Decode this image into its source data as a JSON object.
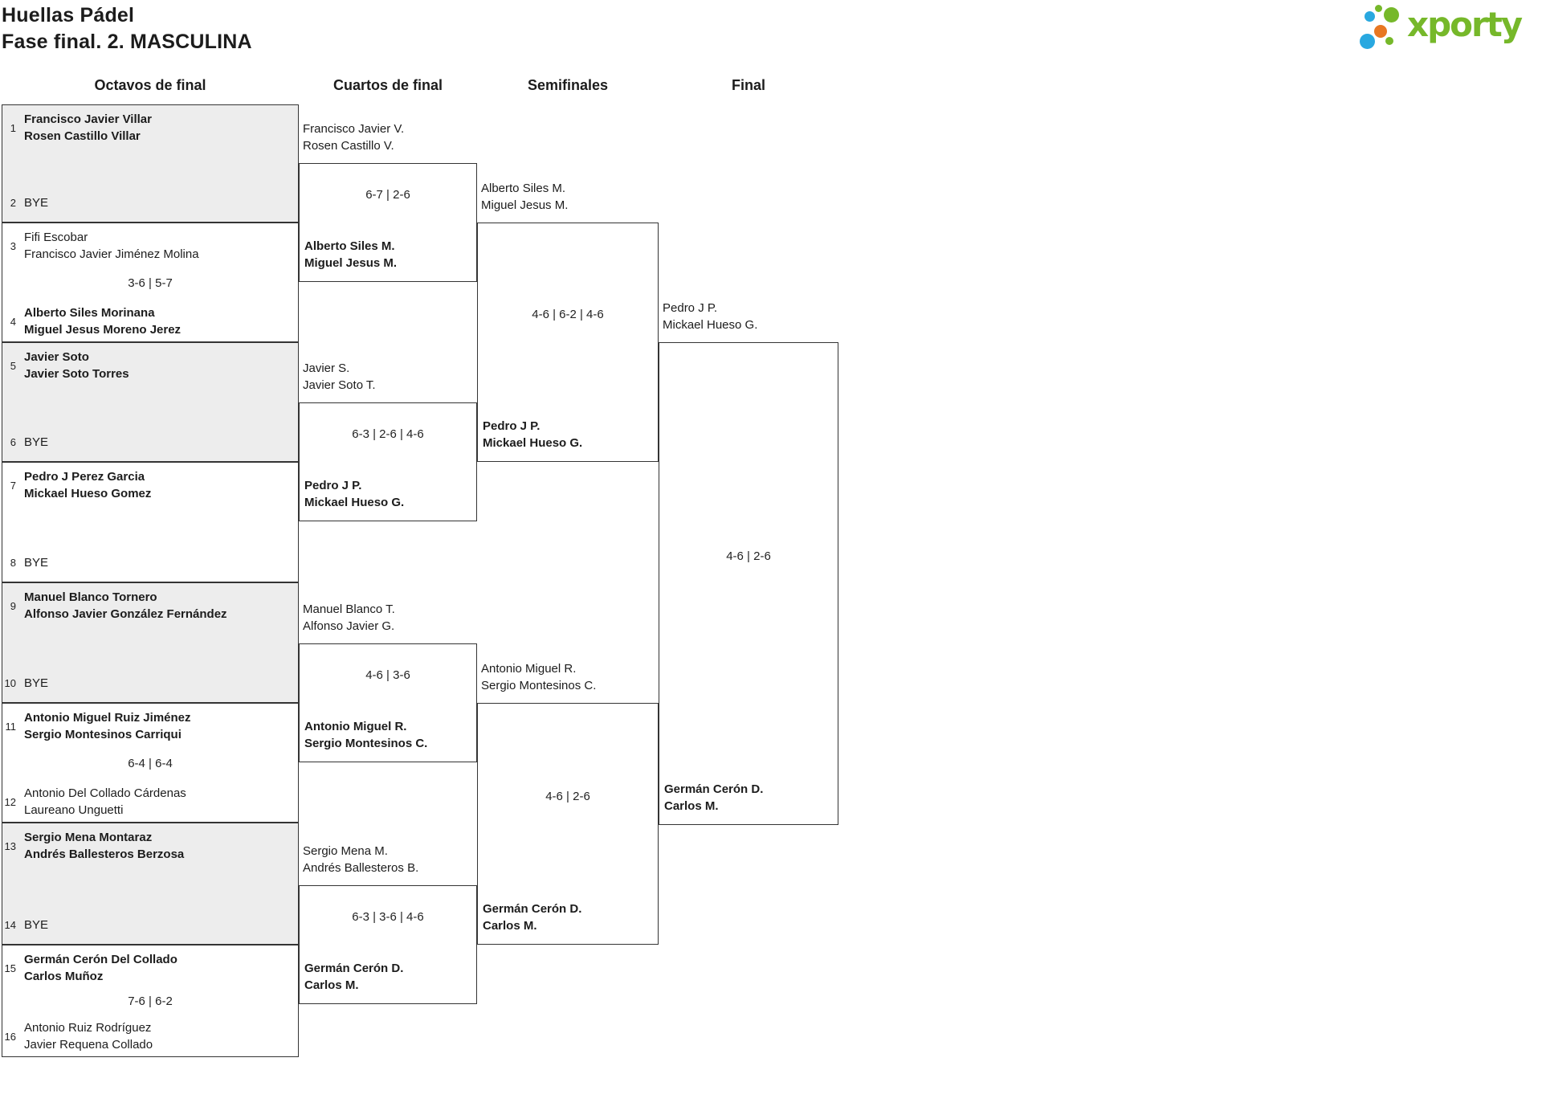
{
  "header": {
    "title_line1": "Huellas Pádel",
    "title_line2": "Fase final. 2. MASCULINA"
  },
  "logo": {
    "brand": "xporty"
  },
  "colors": {
    "brand_green": "#76b82a",
    "brand_blue": "#29a8e0",
    "brand_orange": "#e87722",
    "shaded_box": "#ededed",
    "border": "#343434"
  },
  "rounds": [
    {
      "label": "Octavos de final"
    },
    {
      "label": "Cuartos de final"
    },
    {
      "label": "Semifinales"
    },
    {
      "label": "Final"
    }
  ],
  "r16": [
    {
      "seed1": "1",
      "team1": [
        "Francisco Javier Villar",
        "Rosen Castillo Villar"
      ],
      "score": "",
      "seed2": "2",
      "team2": [
        "BYE"
      ]
    },
    {
      "seed1": "3",
      "team1": [
        "Fifi Escobar",
        "Francisco Javier Jiménez Molina"
      ],
      "score": "3-6 | 5-7",
      "seed2": "4",
      "team2": [
        "Alberto Siles Morinana",
        "Miguel Jesus Moreno Jerez"
      ]
    },
    {
      "seed1": "5",
      "team1": [
        "Javier Soto",
        "Javier Soto Torres"
      ],
      "score": "",
      "seed2": "6",
      "team2": [
        "BYE"
      ]
    },
    {
      "seed1": "7",
      "team1": [
        "Pedro J Perez Garcia",
        "Mickael Hueso Gomez"
      ],
      "score": "",
      "seed2": "8",
      "team2": [
        "BYE"
      ]
    },
    {
      "seed1": "9",
      "team1": [
        "Manuel Blanco Tornero",
        "Alfonso Javier González Fernández"
      ],
      "score": "",
      "seed2": "10",
      "team2": [
        "BYE"
      ]
    },
    {
      "seed1": "11",
      "team1": [
        "Antonio Miguel Ruiz Jiménez",
        "Sergio Montesinos Carriqui"
      ],
      "score": "6-4 | 6-4",
      "seed2": "12",
      "team2": [
        "Antonio Del Collado Cárdenas",
        "Laureano Unguetti"
      ]
    },
    {
      "seed1": "13",
      "team1": [
        "Sergio Mena Montaraz",
        "Andrés Ballesteros Berzosa"
      ],
      "score": "",
      "seed2": "14",
      "team2": [
        "BYE"
      ]
    },
    {
      "seed1": "15",
      "team1": [
        "Germán Cerón Del Collado",
        "Carlos Muñoz"
      ],
      "score": "7-6 | 6-2",
      "seed2": "16",
      "team2": [
        "Antonio Ruiz Rodríguez",
        "Javier Requena Collado"
      ]
    }
  ],
  "qf": [
    {
      "entrant": [
        "Francisco Javier V.",
        "Rosen Castillo V."
      ],
      "score": "6-7 | 2-6",
      "winner": [
        "Alberto Siles M.",
        "Miguel Jesus M."
      ]
    },
    {
      "entrant": [
        "Javier S.",
        "Javier Soto T."
      ],
      "score": "6-3 | 2-6 | 4-6",
      "winner": [
        "Pedro J P.",
        "Mickael Hueso G."
      ]
    },
    {
      "entrant": [
        "Manuel Blanco T.",
        "Alfonso Javier G."
      ],
      "score": "4-6 | 3-6",
      "winner": [
        "Antonio Miguel R.",
        "Sergio Montesinos C."
      ]
    },
    {
      "entrant": [
        "Sergio Mena M.",
        "Andrés Ballesteros B."
      ],
      "score": "6-3 | 3-6 | 4-6",
      "winner": [
        "Germán Cerón D.",
        "Carlos M."
      ]
    }
  ],
  "sf": [
    {
      "entrant": [
        "Alberto Siles M.",
        "Miguel Jesus M."
      ],
      "score": "4-6 | 6-2 | 4-6",
      "winner": [
        "Pedro J P.",
        "Mickael Hueso G."
      ]
    },
    {
      "entrant": [
        "Antonio Miguel R.",
        "Sergio Montesinos C."
      ],
      "score": "4-6 | 2-6",
      "winner": [
        "Germán Cerón D.",
        "Carlos M."
      ]
    }
  ],
  "final": [
    {
      "entrant": [
        "Pedro J P.",
        "Mickael Hueso G."
      ],
      "score": "4-6 | 2-6",
      "winner": [
        "Germán Cerón D.",
        "Carlos M."
      ]
    }
  ]
}
